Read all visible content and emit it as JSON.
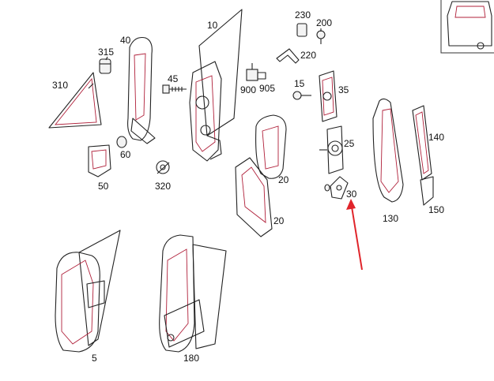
{
  "labels": {
    "p10": "10",
    "p15": "15",
    "p20a": "20",
    "p20b": "20",
    "p25": "25",
    "p30": "30",
    "p35": "35",
    "p40": "40",
    "p45": "45",
    "p5": "5",
    "p50": "50",
    "p60": "60",
    "p130": "130",
    "p140": "140",
    "p150": "150",
    "p180": "180",
    "p200": "200",
    "p220": "220",
    "p230": "230",
    "p310": "310",
    "p315": "315",
    "p320": "320",
    "p900": "900",
    "p905": "905"
  },
  "colors": {
    "line": "#222222",
    "accent": "#b0203a",
    "arrow": "#e0242a"
  }
}
